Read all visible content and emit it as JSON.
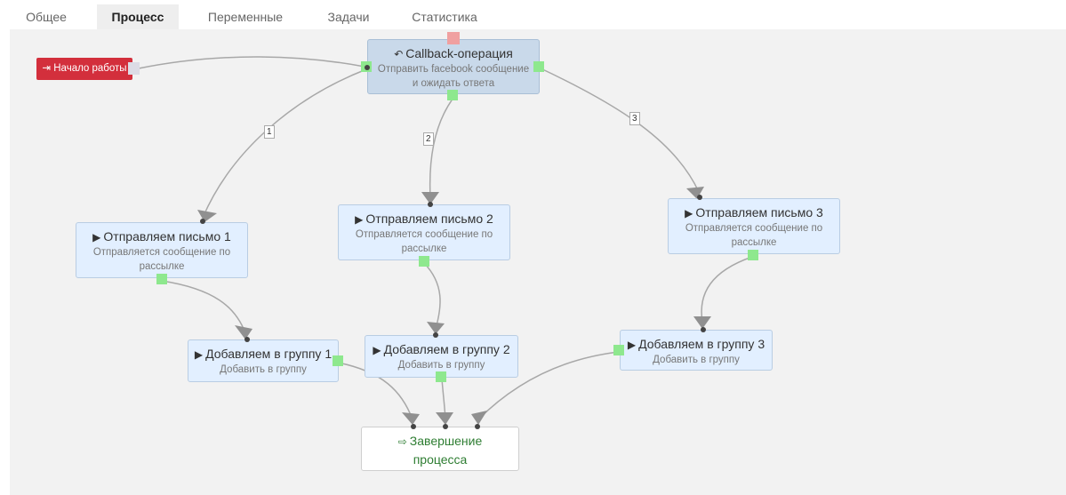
{
  "tabs": [
    {
      "label": "Общее"
    },
    {
      "label": "Процесс"
    },
    {
      "label": "Переменные"
    },
    {
      "label": "Задачи"
    },
    {
      "label": "Статистика"
    }
  ],
  "active_tab": "Процесс",
  "start": {
    "label": "Начало работы"
  },
  "callback": {
    "title": "Callback-операция",
    "subtitle": "Отправить facebook сообщение и ожидать ответа"
  },
  "mail_nodes": [
    {
      "title": "Отправляем письмо 1",
      "subtitle": "Отправляется сообщение по рассылке"
    },
    {
      "title": "Отправляем письмо 2",
      "subtitle": "Отправляется сообщение по рассылке"
    },
    {
      "title": "Отправляем письмо 3",
      "subtitle": "Отправляется сообщение по рассылке"
    }
  ],
  "group_nodes": [
    {
      "title": "Добавляем в группу 1",
      "subtitle": "Добавить в группу"
    },
    {
      "title": "Добавляем в группу 2",
      "subtitle": "Добавить в группу"
    },
    {
      "title": "Добавляем в группу 3",
      "subtitle": "Добавить в группу"
    }
  ],
  "finish": {
    "title": "Завершение процесса"
  },
  "link_labels": [
    "1",
    "2",
    "3"
  ],
  "colors": {
    "start_bg": "#d32f3c",
    "handle": "#8ee88e",
    "finish_text": "#2e7d32"
  }
}
